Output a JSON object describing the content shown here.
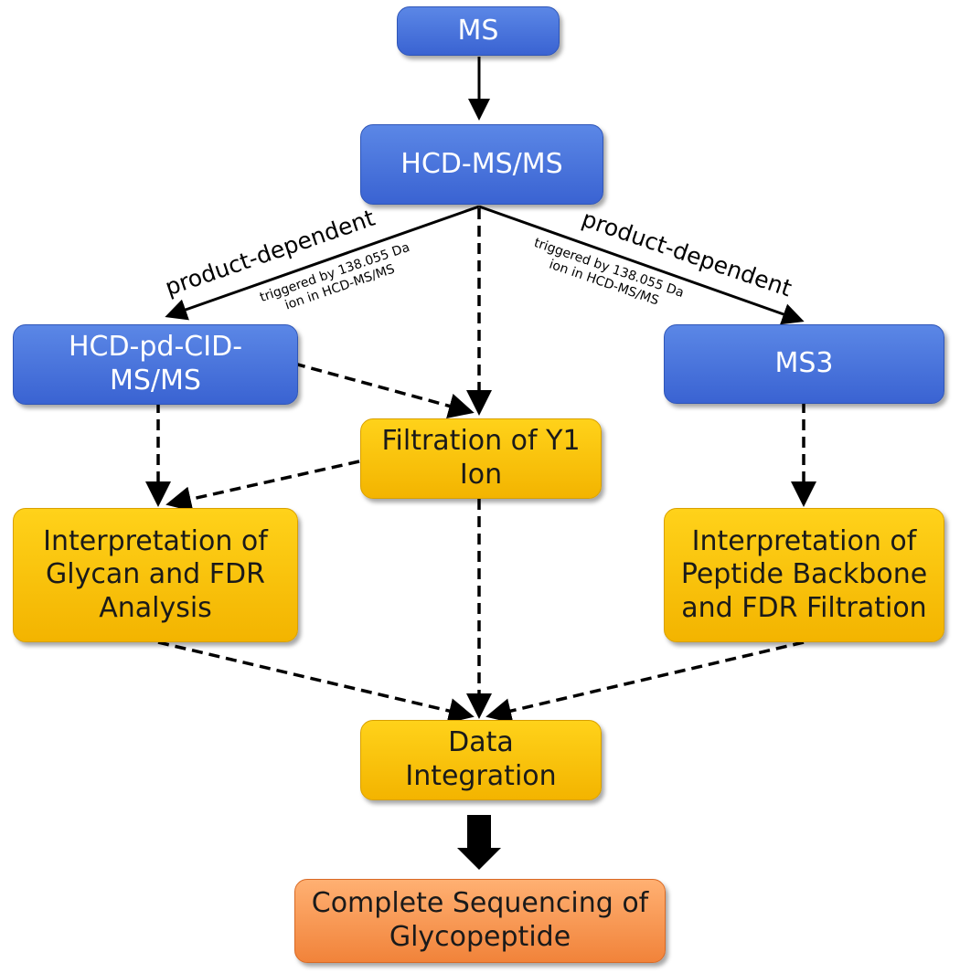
{
  "nodes": {
    "ms": "MS",
    "hcd_msms": "HCD-MS/MS",
    "hcd_pd_cid": "HCD-pd-CID-\nMS/MS",
    "ms3": "MS3",
    "filtration_y1": "Filtration of Y1\nIon",
    "interp_glycan": "Interpretation of\nGlycan and FDR\nAnalysis",
    "interp_peptide": "Interpretation of\nPeptide Backbone\nand FDR Filtration",
    "data_integration": "Data\nIntegration",
    "complete_sequencing": "Complete Sequencing of\nGlycopeptide"
  },
  "edge_labels": {
    "left_product_dependent": "product-dependent",
    "left_trigger": "triggered by 138.055 Da\nion in HCD-MS/MS",
    "right_product_dependent": "product-dependent",
    "right_trigger": "triggered by 138.055 Da\nion in HCD-MS/MS"
  },
  "colors": {
    "blue_node": "#3f6ad6",
    "yellow_node": "#fcc30b",
    "orange_node": "#f7904a",
    "arrow": "#000000"
  }
}
